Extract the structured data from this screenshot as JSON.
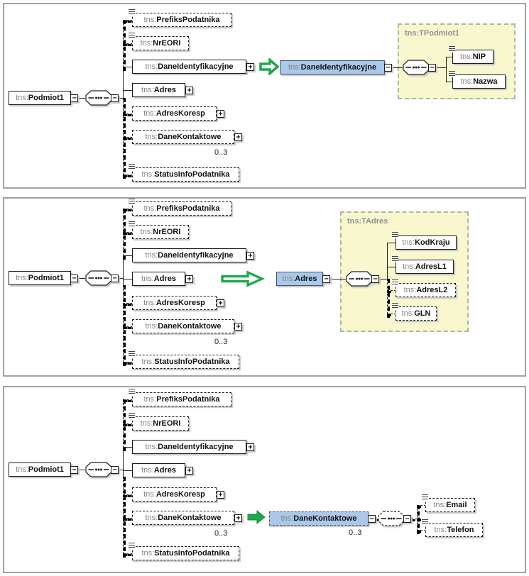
{
  "colors": {
    "highlight_blue": "#a9c8ea",
    "type_area_yellow": "#f8f7cd",
    "arrow_green": "#1fa84c",
    "panel_border_gray": "#a2a2a2"
  },
  "icons": {
    "collapse": "−",
    "expand": "+"
  },
  "panels": [
    {
      "root": {
        "prefix": "tns:",
        "name": "Podmiot1"
      },
      "children": [
        {
          "prefix": "tns:",
          "name": "PrefiksPodatnika"
        },
        {
          "prefix": "tns:",
          "name": "NrEORI"
        },
        {
          "prefix": "tns:",
          "name": "DaneIdentyfikacyjne"
        },
        {
          "prefix": "tns:",
          "name": "Adres"
        },
        {
          "prefix": "tns:",
          "name": "AdresKoresp"
        },
        {
          "prefix": "tns:",
          "name": "DaneKontaktowe",
          "occurrence": "0..3"
        },
        {
          "prefix": "tns:",
          "name": "StatusInfoPodatnika"
        }
      ],
      "expanded": {
        "prefix": "tns:",
        "name": "DaneIdentyfikacyjne"
      },
      "type_area": {
        "label": "tns:TPodmiot1",
        "children": [
          {
            "prefix": "tns:",
            "name": "NIP"
          },
          {
            "prefix": "tns:",
            "name": "Nazwa"
          }
        ]
      }
    },
    {
      "root": {
        "prefix": "tns:",
        "name": "Podmiot1"
      },
      "children": [
        {
          "prefix": "tns:",
          "name": "PrefiksPodatnika"
        },
        {
          "prefix": "tns:",
          "name": "NrEORI"
        },
        {
          "prefix": "tns:",
          "name": "DaneIdentyfikacyjne"
        },
        {
          "prefix": "tns:",
          "name": "Adres"
        },
        {
          "prefix": "tns:",
          "name": "AdresKoresp"
        },
        {
          "prefix": "tns:",
          "name": "DaneKontaktowe",
          "occurrence": "0..3"
        },
        {
          "prefix": "tns:",
          "name": "StatusInfoPodatnika"
        }
      ],
      "expanded": {
        "prefix": "tns:",
        "name": "Adres"
      },
      "type_area": {
        "label": "tns:TAdres",
        "children": [
          {
            "prefix": "tns:",
            "name": "KodKraju"
          },
          {
            "prefix": "tns:",
            "name": "AdresL1"
          },
          {
            "prefix": "tns:",
            "name": "AdresL2"
          },
          {
            "prefix": "tns:",
            "name": "GLN"
          }
        ]
      }
    },
    {
      "root": {
        "prefix": "tns:",
        "name": "Podmiot1"
      },
      "children": [
        {
          "prefix": "tns:",
          "name": "PrefiksPodatnika"
        },
        {
          "prefix": "tns:",
          "name": "NrEORI"
        },
        {
          "prefix": "tns:",
          "name": "DaneIdentyfikacyjne"
        },
        {
          "prefix": "tns:",
          "name": "Adres"
        },
        {
          "prefix": "tns:",
          "name": "AdresKoresp"
        },
        {
          "prefix": "tns:",
          "name": "DaneKontaktowe",
          "occurrence": "0..3"
        },
        {
          "prefix": "tns:",
          "name": "StatusInfoPodatnika"
        }
      ],
      "expanded": {
        "prefix": "tns:",
        "name": "DaneKontaktowe",
        "occurrence": "0..3"
      },
      "detail_children": [
        {
          "prefix": "tns:",
          "name": "Email"
        },
        {
          "prefix": "tns:",
          "name": "Telefon"
        }
      ]
    }
  ]
}
